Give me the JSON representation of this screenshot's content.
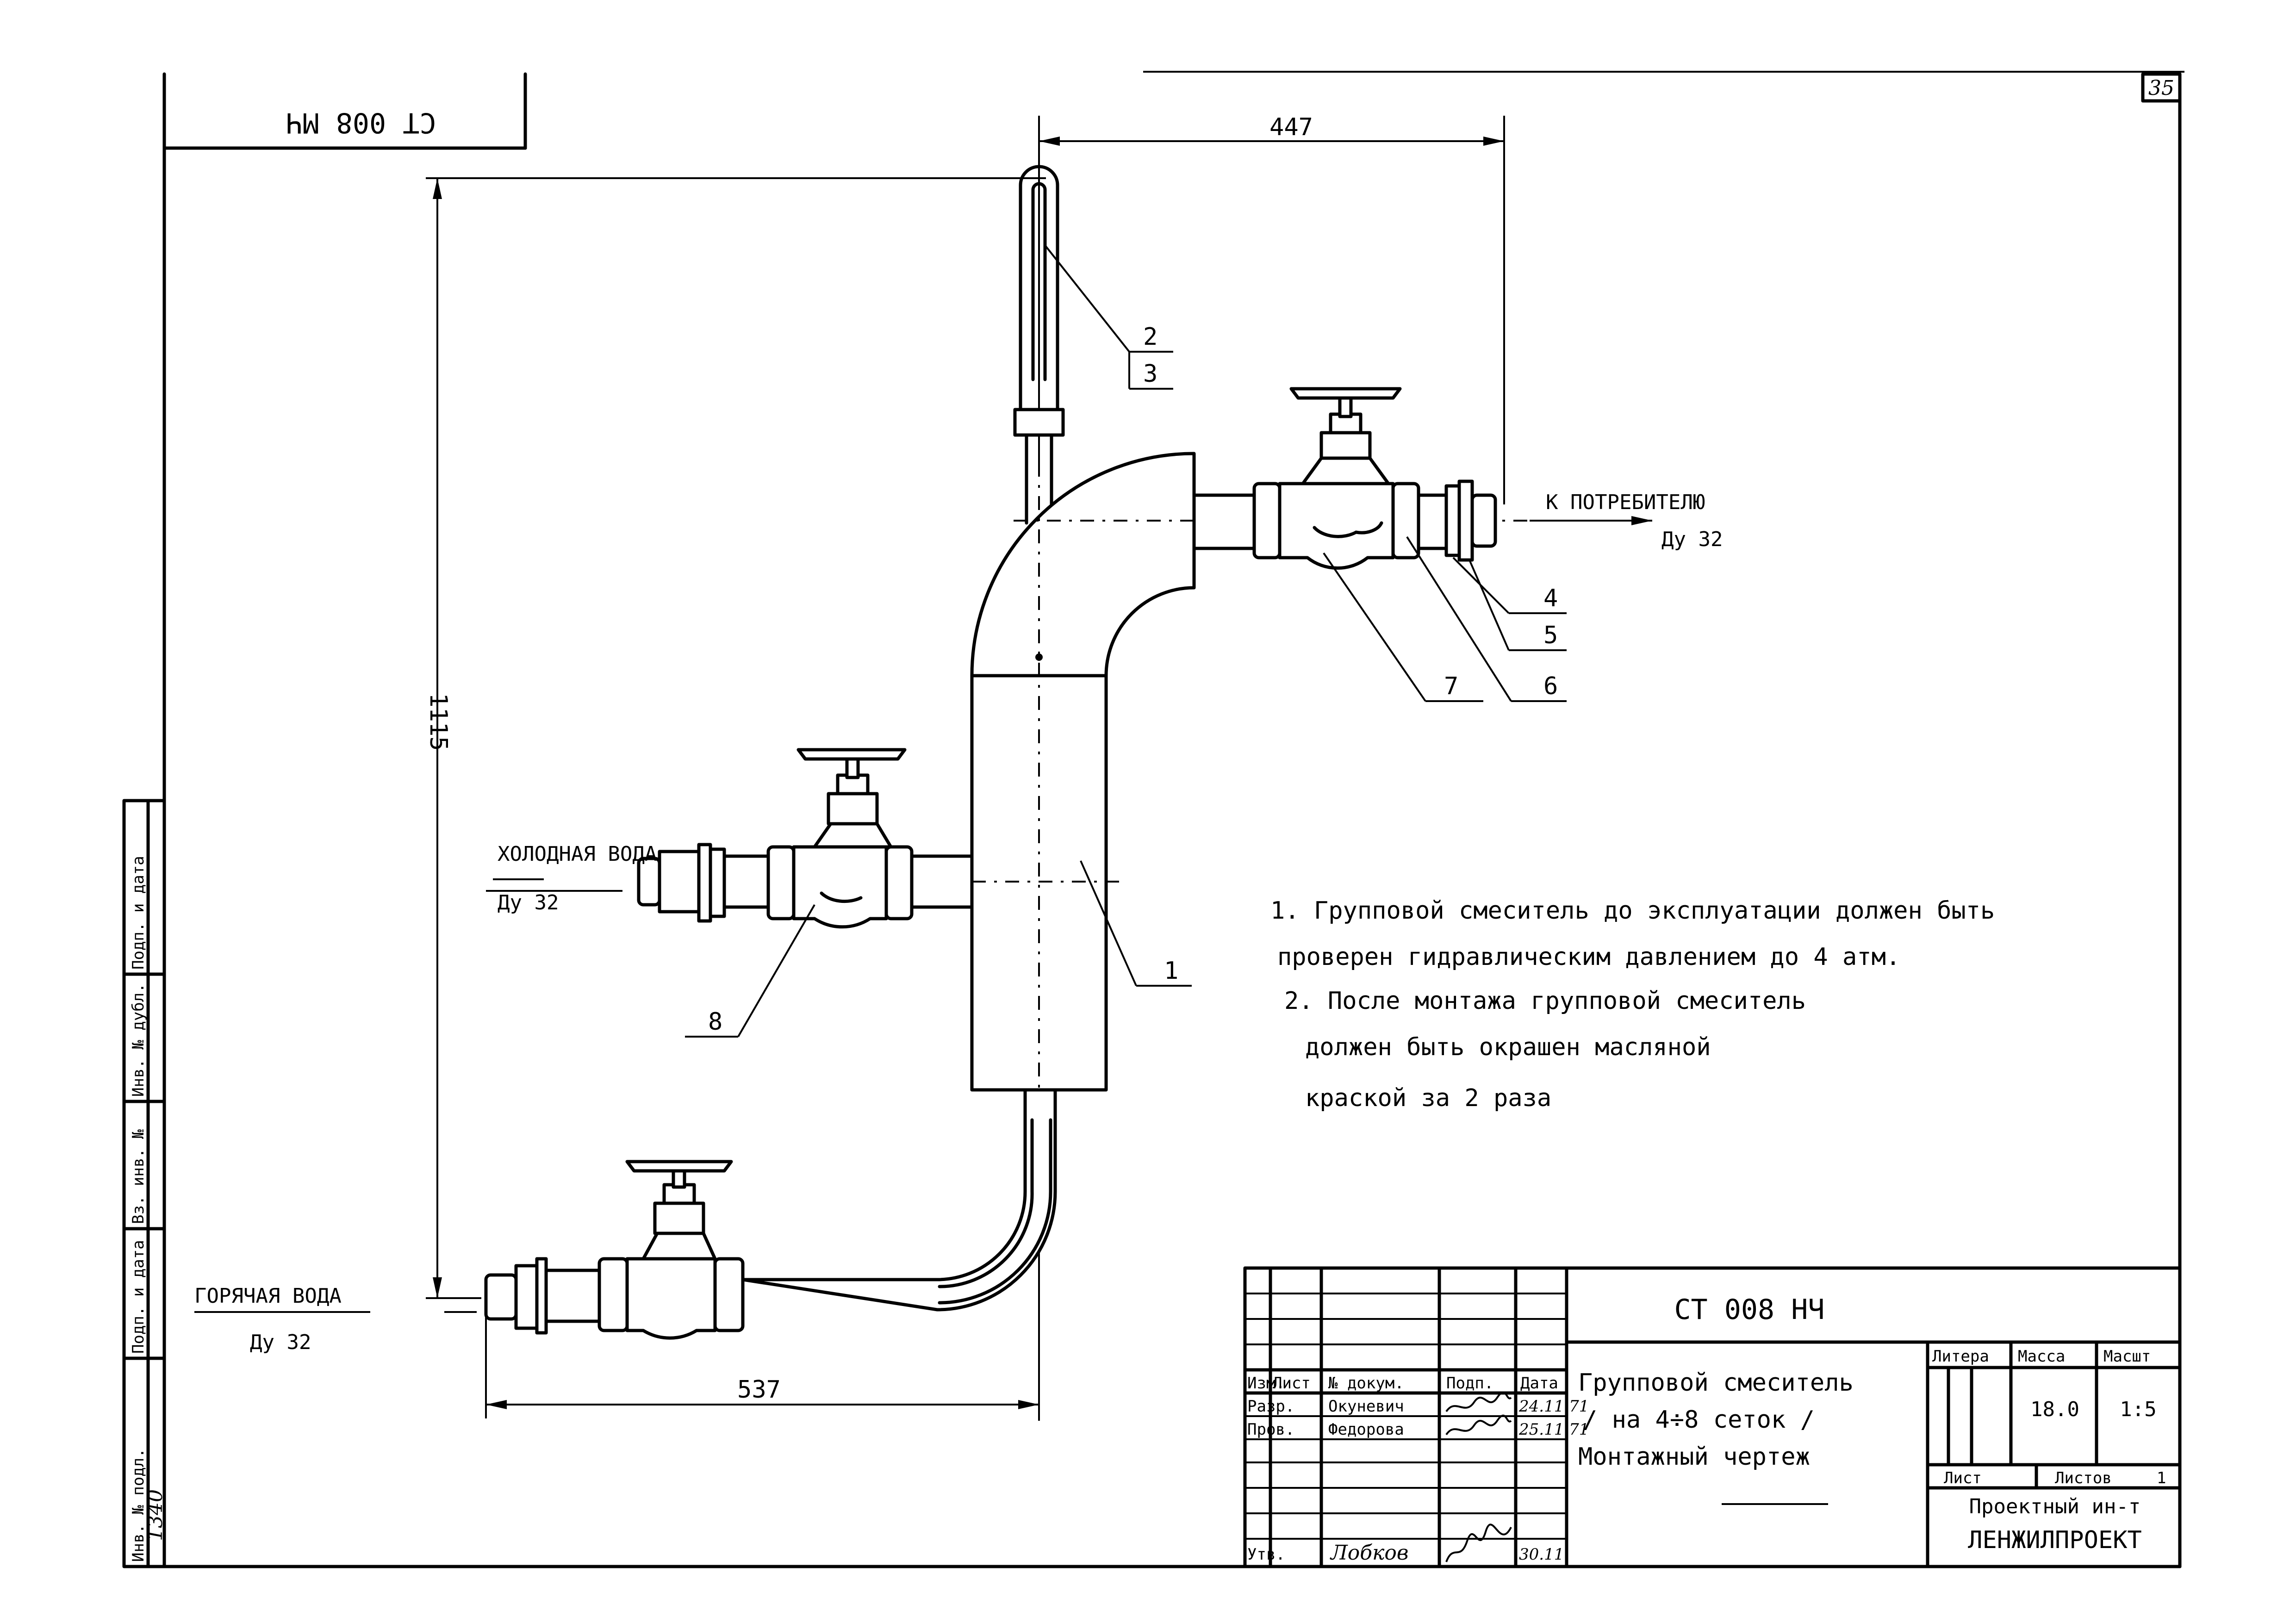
{
  "stamp_top": {
    "code_mirrored": "CT 008 MЧ",
    "sheet_number": "35"
  },
  "dimensions": {
    "width_top": "447",
    "height": "1115",
    "width_bottom": "537"
  },
  "callouts": [
    "1",
    "2",
    "3",
    "4",
    "5",
    "6",
    "7",
    "8"
  ],
  "labels": {
    "cold_water": "ХОЛОДНАЯ ВОДА",
    "cold_water_size": "Ду 32",
    "hot_water": "ГОРЯЧАЯ ВОДА",
    "hot_water_size": "Ду 32",
    "consumer": "К ПОТРЕБИТЕЛЮ",
    "consumer_size": "Ду 32"
  },
  "notes": [
    "1. Групповой смеситель до эксплуатации должен быть",
    "проверен гидравлическим давлением до 4 атм.",
    "2. После монтажа групповой смеситель",
    "должен быть окрашен масляной",
    "краской за 2 раза"
  ],
  "left_strip": {
    "cells": [
      "Инв. № подл.",
      "Подп. и дата",
      "Вз. инв. №",
      "Инв. № дубл.",
      "Подп. и дата"
    ],
    "handwritten": "1340"
  },
  "title_block": {
    "code": "СТ 008 НЧ",
    "title_lines": [
      "Групповой смеситель",
      "/ на 4÷8 сеток /",
      "Монтажный чертеж"
    ],
    "header": {
      "col1": "Изм.",
      "col2": "Лист",
      "col3": "№ докум.",
      "col4": "Подп.",
      "col5": "Дата"
    },
    "rows": [
      {
        "role": "Разр.",
        "name": "Окуневич",
        "date": "24.11.71"
      },
      {
        "role": "Пров.",
        "name": "Федорова",
        "date": "25.11.71"
      },
      {
        "role": "Утв.",
        "name": "Лобков",
        "date": "30.11"
      }
    ],
    "litera_label": "Литера",
    "mass_label": "Масса",
    "scale_label": "Масшт",
    "mass": "18.0",
    "scale": "1:5",
    "sheet_label": "Лист",
    "sheets_label": "Листов",
    "sheets": "1",
    "org_line1": "Проектный ин-т",
    "org_line2": "ЛЕНЖИЛПРОЕКТ"
  }
}
